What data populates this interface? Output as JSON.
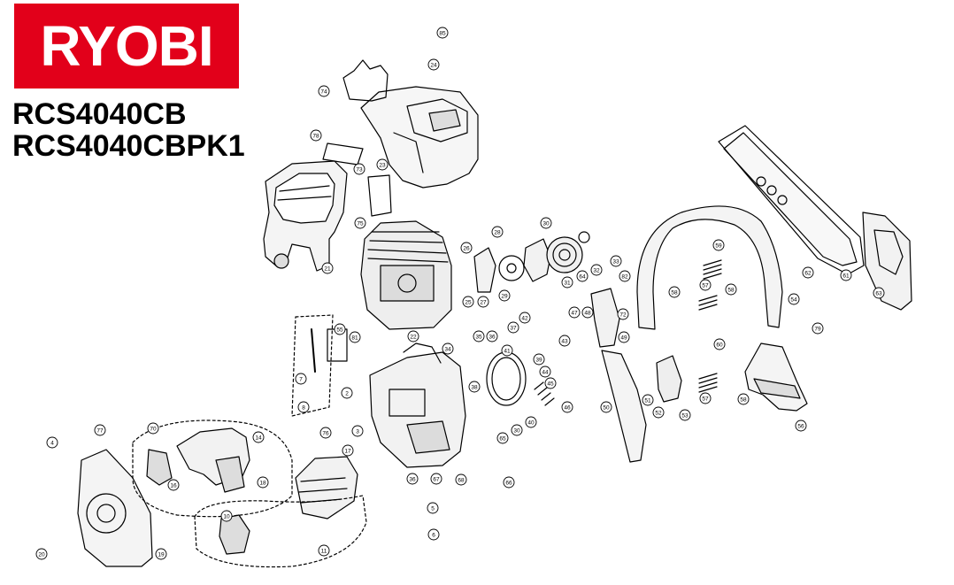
{
  "brand": {
    "name": "RYOBI",
    "color": "#e2001a"
  },
  "models": [
    "RCS4040CB",
    "RCS4040CBPK1"
  ],
  "callouts": [
    {
      "id": "c85",
      "label": "85"
    },
    {
      "id": "c24",
      "label": "24"
    },
    {
      "id": "c74",
      "label": "74"
    },
    {
      "id": "c78",
      "label": "78"
    },
    {
      "id": "c23",
      "label": "23"
    },
    {
      "id": "c73",
      "label": "73"
    },
    {
      "id": "c75",
      "label": "75"
    },
    {
      "id": "c21",
      "label": "21"
    },
    {
      "id": "c26",
      "label": "26"
    },
    {
      "id": "c28",
      "label": "28"
    },
    {
      "id": "c30",
      "label": "30"
    },
    {
      "id": "c29",
      "label": "29"
    },
    {
      "id": "c27",
      "label": "27"
    },
    {
      "id": "c25",
      "label": "25"
    },
    {
      "id": "c31",
      "label": "31"
    },
    {
      "id": "c64",
      "label": "64"
    },
    {
      "id": "c33",
      "label": "33"
    },
    {
      "id": "c32",
      "label": "32"
    },
    {
      "id": "c82",
      "label": "82"
    },
    {
      "id": "c59",
      "label": "59"
    },
    {
      "id": "c62",
      "label": "62"
    },
    {
      "id": "c61",
      "label": "61"
    },
    {
      "id": "c63",
      "label": "63"
    },
    {
      "id": "c57a",
      "label": "57"
    },
    {
      "id": "c58a",
      "label": "58"
    },
    {
      "id": "c58b",
      "label": "58"
    },
    {
      "id": "c54",
      "label": "54"
    },
    {
      "id": "c79",
      "label": "79"
    },
    {
      "id": "c55",
      "label": "55"
    },
    {
      "id": "c81",
      "label": "81"
    },
    {
      "id": "c22",
      "label": "22"
    },
    {
      "id": "c35",
      "label": "35"
    },
    {
      "id": "c36",
      "label": "36"
    },
    {
      "id": "c37",
      "label": "37"
    },
    {
      "id": "c42",
      "label": "42"
    },
    {
      "id": "c47",
      "label": "47"
    },
    {
      "id": "c48",
      "label": "48"
    },
    {
      "id": "c72",
      "label": "72"
    },
    {
      "id": "c49",
      "label": "49"
    },
    {
      "id": "c60",
      "label": "60"
    },
    {
      "id": "c34",
      "label": "34"
    },
    {
      "id": "c41",
      "label": "41"
    },
    {
      "id": "c43",
      "label": "43"
    },
    {
      "id": "c39",
      "label": "39"
    },
    {
      "id": "c44",
      "label": "44"
    },
    {
      "id": "c45",
      "label": "45"
    },
    {
      "id": "c46",
      "label": "46"
    },
    {
      "id": "c7",
      "label": "7"
    },
    {
      "id": "c2",
      "label": "2"
    },
    {
      "id": "c38",
      "label": "38"
    },
    {
      "id": "c40",
      "label": "40"
    },
    {
      "id": "c30b",
      "label": "30"
    },
    {
      "id": "c50",
      "label": "50"
    },
    {
      "id": "c51",
      "label": "51"
    },
    {
      "id": "c52",
      "label": "52"
    },
    {
      "id": "c53",
      "label": "53"
    },
    {
      "id": "c57b",
      "label": "57"
    },
    {
      "id": "c58c",
      "label": "58"
    },
    {
      "id": "c56",
      "label": "56"
    },
    {
      "id": "c8",
      "label": "8"
    },
    {
      "id": "c76",
      "label": "76"
    },
    {
      "id": "c3",
      "label": "3"
    },
    {
      "id": "c17",
      "label": "17"
    },
    {
      "id": "c68",
      "label": "68"
    },
    {
      "id": "c66",
      "label": "66"
    },
    {
      "id": "c65",
      "label": "65"
    },
    {
      "id": "c67",
      "label": "67"
    },
    {
      "id": "c36b",
      "label": "36"
    },
    {
      "id": "c5",
      "label": "5"
    },
    {
      "id": "c6",
      "label": "6"
    },
    {
      "id": "c4",
      "label": "4"
    },
    {
      "id": "c77",
      "label": "77"
    },
    {
      "id": "c70",
      "label": "70"
    },
    {
      "id": "c14",
      "label": "14"
    },
    {
      "id": "c16",
      "label": "16"
    },
    {
      "id": "c18",
      "label": "18"
    },
    {
      "id": "c10",
      "label": "10"
    },
    {
      "id": "c11",
      "label": "11"
    },
    {
      "id": "c19",
      "label": "19"
    },
    {
      "id": "c20",
      "label": "20"
    }
  ]
}
